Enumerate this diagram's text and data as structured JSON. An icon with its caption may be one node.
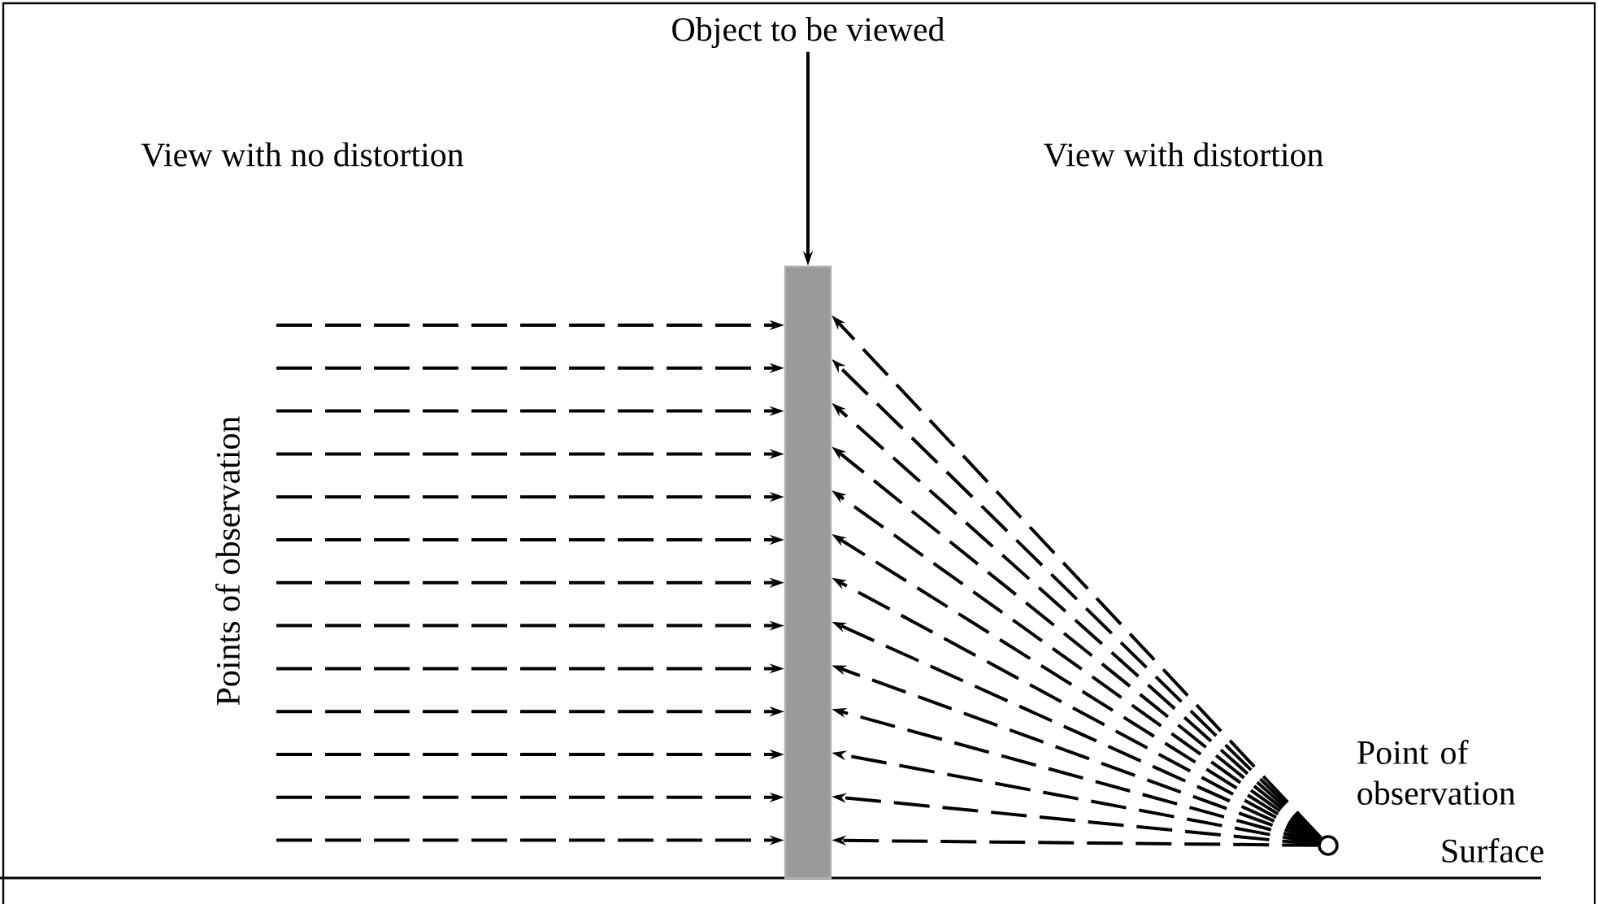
{
  "diagram": {
    "nodes": [
      {
        "text": [
          "Object to be viewed"
        ]
      },
      {
        "text": [],
        "shape": "bar"
      },
      {
        "text": [],
        "shape": "circle",
        "beside": [
          "Point of observation"
        ]
      }
    ],
    "edges": [
      {
        "from": 0,
        "to": 1,
        "arrow": "to"
      },
      {
        "from": null,
        "to": 1,
        "arrow": "to",
        "style": "dashed"
      },
      {
        "from": null,
        "to": 1,
        "arrow": "to",
        "style": "dashed"
      },
      {
        "from": null,
        "to": 1,
        "arrow": "to",
        "style": "dashed"
      },
      {
        "from": null,
        "to": 1,
        "arrow": "to",
        "style": "dashed"
      },
      {
        "from": null,
        "to": 1,
        "arrow": "to",
        "style": "dashed"
      },
      {
        "from": null,
        "to": 1,
        "arrow": "to",
        "style": "dashed"
      },
      {
        "from": null,
        "to": 1,
        "arrow": "to",
        "style": "dashed"
      },
      {
        "from": null,
        "to": 1,
        "arrow": "to",
        "style": "dashed"
      },
      {
        "from": null,
        "to": 1,
        "arrow": "to",
        "style": "dashed"
      },
      {
        "from": null,
        "to": 1,
        "arrow": "to",
        "style": "dashed"
      },
      {
        "from": null,
        "to": 1,
        "arrow": "to",
        "style": "dashed"
      },
      {
        "from": null,
        "to": 1,
        "arrow": "to",
        "style": "dashed"
      },
      {
        "from": null,
        "to": 1,
        "arrow": "to",
        "style": "dashed"
      },
      {
        "from": 2,
        "to": 1,
        "arrow": "to",
        "style": "dashed"
      },
      {
        "from": 2,
        "to": 1,
        "arrow": "to",
        "style": "dashed"
      },
      {
        "from": 2,
        "to": 1,
        "arrow": "to",
        "style": "dashed"
      },
      {
        "from": 2,
        "to": 1,
        "arrow": "to",
        "style": "dashed"
      },
      {
        "from": 2,
        "to": 1,
        "arrow": "to",
        "style": "dashed"
      },
      {
        "from": 2,
        "to": 1,
        "arrow": "to",
        "style": "dashed"
      },
      {
        "from": 2,
        "to": 1,
        "arrow": "to",
        "style": "dashed"
      },
      {
        "from": 2,
        "to": 1,
        "arrow": "to",
        "style": "dashed"
      },
      {
        "from": 2,
        "to": 1,
        "arrow": "to",
        "style": "dashed"
      },
      {
        "from": 2,
        "to": 1,
        "arrow": "to",
        "style": "dashed"
      },
      {
        "from": 2,
        "to": 1,
        "arrow": "to",
        "style": "dashed"
      },
      {
        "from": 2,
        "to": 1,
        "arrow": "to",
        "style": "dashed"
      },
      {
        "from": 2,
        "to": 1,
        "arrow": "to",
        "style": "dashed"
      }
    ],
    "labels": [
      "View with no distortion",
      "View with distortion",
      "Points of observation",
      "Surface"
    ]
  }
}
